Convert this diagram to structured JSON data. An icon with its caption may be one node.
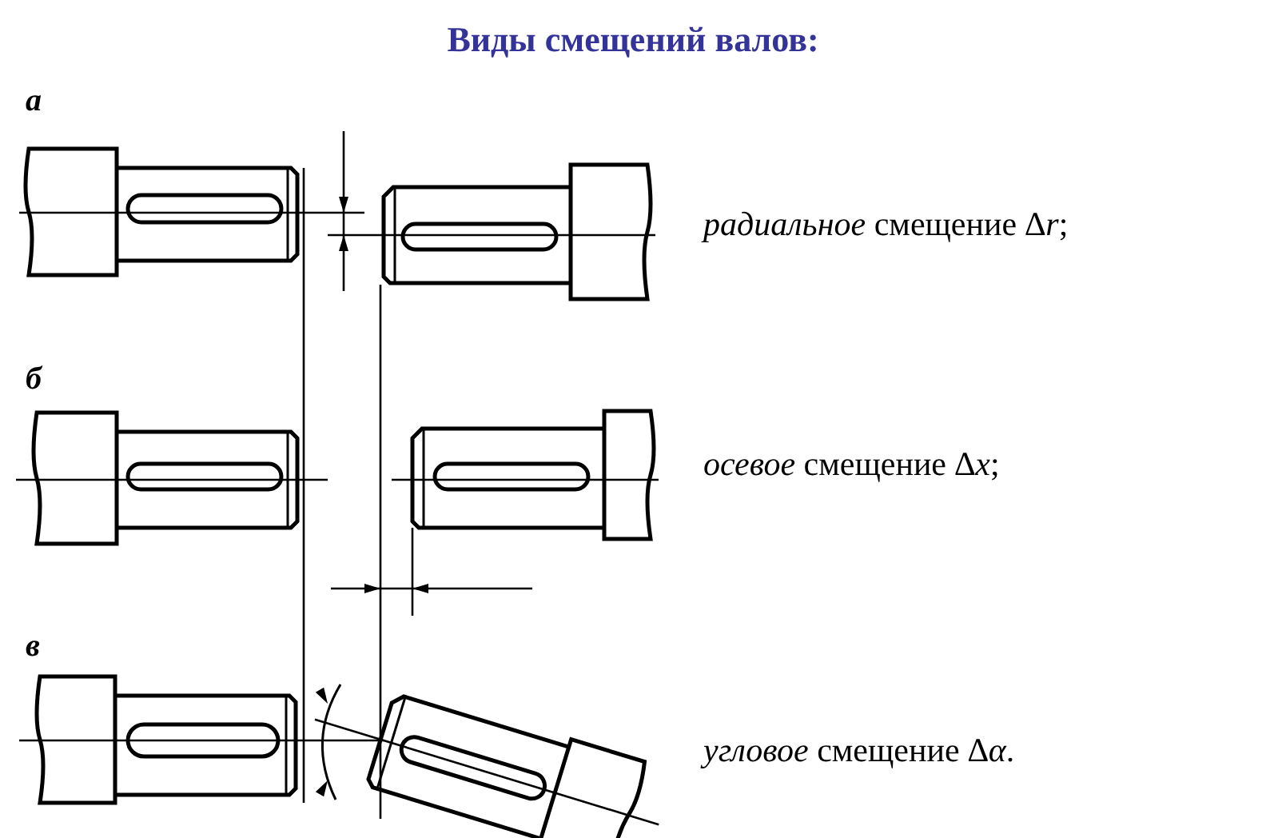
{
  "diagram": {
    "title": "Виды смещений валов:",
    "labels": [
      "а",
      "*радиальное* смещение ∆*r*;",
      "б",
      "*осевое* смещение ∆*x*;",
      "в",
      "*угловое* смещение ∆*α*."
    ]
  }
}
